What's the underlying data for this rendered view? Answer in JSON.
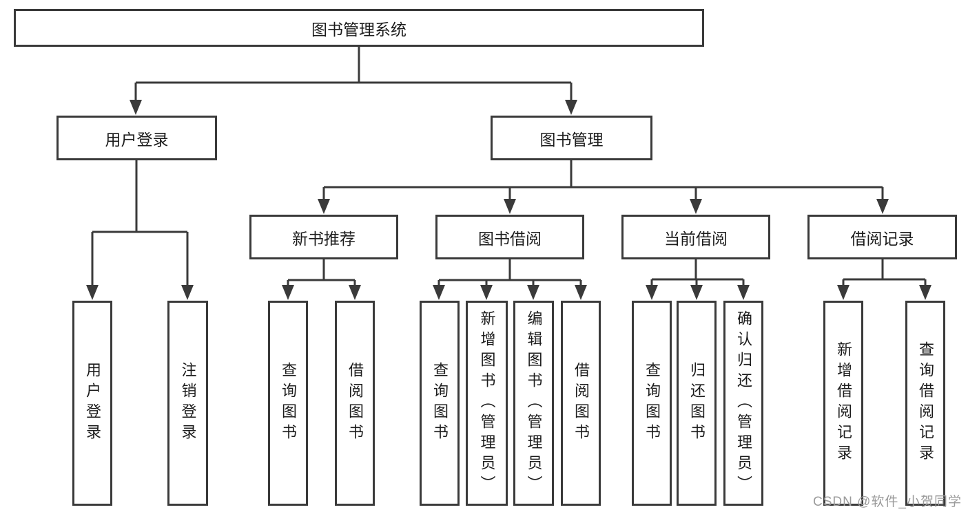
{
  "diagram": {
    "root": {
      "label": "图书管理系统"
    },
    "level2": [
      {
        "id": "user-login",
        "label": "用户登录"
      },
      {
        "id": "book-management",
        "label": "图书管理"
      }
    ],
    "level3": [
      {
        "id": "new-book-recommend",
        "label": "新书推荐",
        "parent": "图书管理"
      },
      {
        "id": "book-borrowing",
        "label": "图书借阅",
        "parent": "图书管理"
      },
      {
        "id": "current-borrowing",
        "label": "当前借阅",
        "parent": "图书管理"
      },
      {
        "id": "borrow-records",
        "label": "借阅记录",
        "parent": "图书管理"
      }
    ],
    "leaves": [
      {
        "parent": "用户登录",
        "label": "用户登录"
      },
      {
        "parent": "用户登录",
        "label": "注销登录"
      },
      {
        "parent": "新书推荐",
        "label": "查询图书"
      },
      {
        "parent": "新书推荐",
        "label": "借阅图书"
      },
      {
        "parent": "图书借阅",
        "label": "查询图书"
      },
      {
        "parent": "图书借阅",
        "label": "新增图书（管理员）"
      },
      {
        "parent": "图书借阅",
        "label": "编辑图书（管理员）"
      },
      {
        "parent": "图书借阅",
        "label": "借阅图书"
      },
      {
        "parent": "当前借阅",
        "label": "查询图书"
      },
      {
        "parent": "当前借阅",
        "label": "归还图书"
      },
      {
        "parent": "当前借阅",
        "label": "确认归还（管理员）"
      },
      {
        "parent": "借阅记录",
        "label": "新增借阅记录"
      },
      {
        "parent": "借阅记录",
        "label": "查询借阅记录"
      }
    ],
    "watermark": "CSDN @软件_小贺同学",
    "colors": {
      "line": "#3a3a3a",
      "text": "#1c1c1c",
      "watermark": "#9b9b9b",
      "background": "#ffffff"
    }
  }
}
